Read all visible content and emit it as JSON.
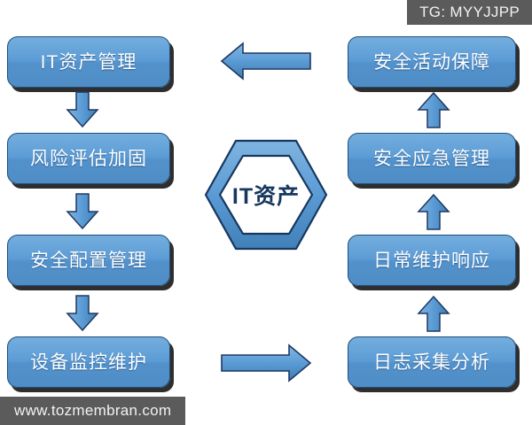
{
  "diagram": {
    "type": "cycle-flow",
    "center": {
      "shape": "hexagon",
      "label": "IT资产",
      "fill_color": "#5b9bd5",
      "text_color": "#17375e"
    },
    "left_column": [
      {
        "id": "it-asset-management",
        "label": "IT资产管理"
      },
      {
        "id": "risk-assessment-hardening",
        "label": "风险评估加固"
      },
      {
        "id": "security-configuration-management",
        "label": "安全配置管理"
      },
      {
        "id": "device-monitoring-maintenance",
        "label": "设备监控维护"
      }
    ],
    "right_column": [
      {
        "id": "security-activity-assurance",
        "label": "安全活动保障"
      },
      {
        "id": "security-emergency-management",
        "label": "安全应急管理"
      },
      {
        "id": "daily-maintenance-response",
        "label": "日常维护响应"
      },
      {
        "id": "log-collection-analysis",
        "label": "日志采集分析"
      }
    ],
    "connectors": [
      {
        "id": "left-down-1",
        "icon": "arrow-down-icon",
        "direction": "down"
      },
      {
        "id": "left-down-2",
        "icon": "arrow-down-icon",
        "direction": "down"
      },
      {
        "id": "left-down-3",
        "icon": "arrow-down-icon",
        "direction": "down"
      },
      {
        "id": "right-up-1",
        "icon": "arrow-up-icon",
        "direction": "up"
      },
      {
        "id": "right-up-2",
        "icon": "arrow-up-icon",
        "direction": "up"
      },
      {
        "id": "right-up-3",
        "icon": "arrow-up-icon",
        "direction": "up"
      },
      {
        "id": "top-left",
        "icon": "arrow-left-icon",
        "direction": "left"
      },
      {
        "id": "bottom-right",
        "icon": "arrow-right-icon",
        "direction": "right"
      }
    ],
    "colors": {
      "node_fill": "#5b9bd5",
      "node_fill_light": "#74aede",
      "node_border": "#1f4e79",
      "node_text": "#ffffff",
      "shadow": "#000000",
      "chip_background": "#5b5b5b",
      "chip_text": "#f2f2f2",
      "background": "#ffffff"
    }
  },
  "overlays": {
    "tg_badge": "TG: MYYJJPP",
    "watermark": "www.tozmembran.com"
  }
}
